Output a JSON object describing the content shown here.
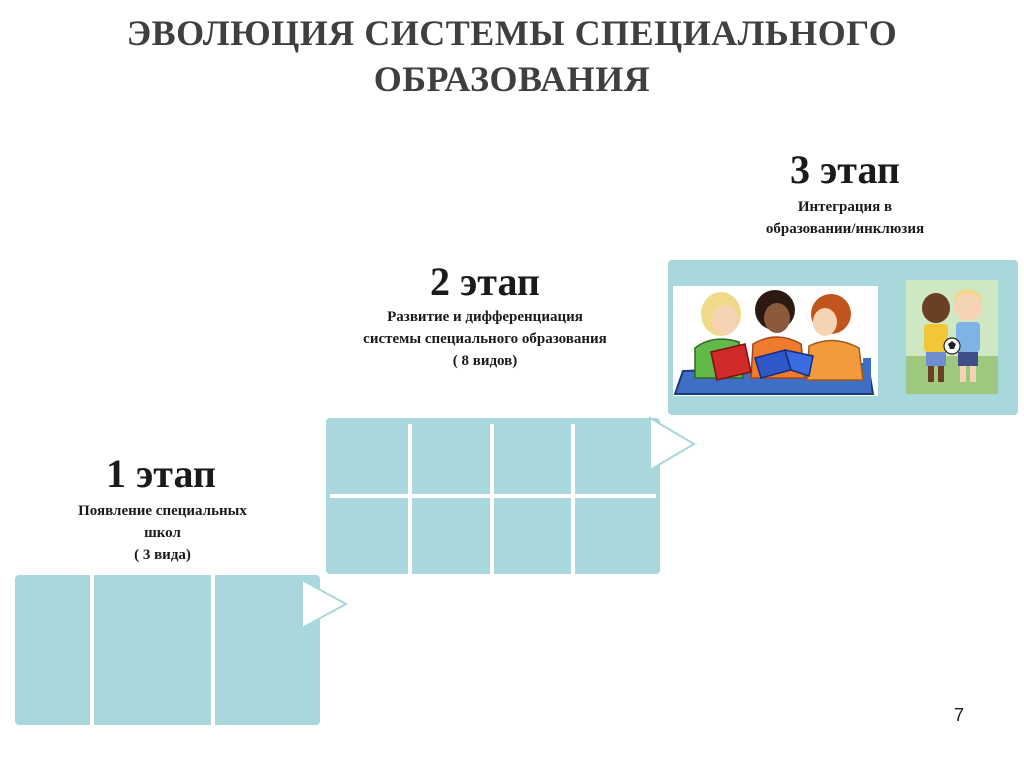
{
  "slide": {
    "title_line1": "ЭВОЛЮЦИЯ СИСТЕМЫ СПЕЦИАЛЬНОГО",
    "title_line2": "ОБРАЗОВАНИЯ",
    "page_number": "7"
  },
  "stages": [
    {
      "heading": "1 этап",
      "desc_line1": "Появление  специальных",
      "desc_line2": "школ",
      "desc_line3": "( 3 вида)"
    },
    {
      "heading": "2 этап",
      "desc_line1": "Развитие и дифференциация",
      "desc_line2": "системы специального образования",
      "desc_line3": "( 8 видов)"
    },
    {
      "heading": "3 этап",
      "desc_line1": "Интеграция в",
      "desc_line2": "образовании/инклюзия"
    }
  ],
  "colors": {
    "block_fill": "#a8d8dc",
    "divider": "#ffffff",
    "title_color": "#3f3f3f"
  }
}
